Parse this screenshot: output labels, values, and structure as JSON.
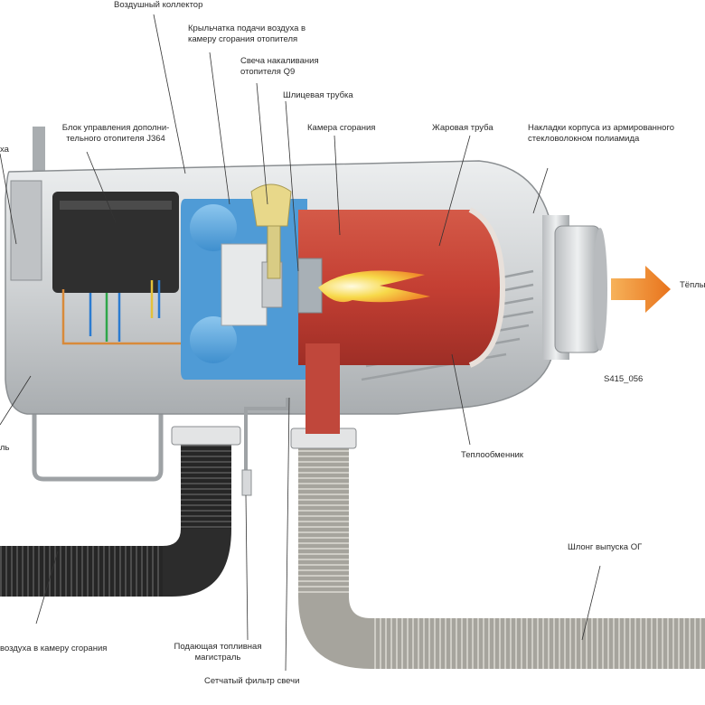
{
  "labels": {
    "air_collector": "Воздушный коллектор",
    "blower_impeller": "Крыльчатка подачи воздуха в\nкамеру сгорания отопителя",
    "glow_plug": "Свеча накаливания\nотопителя Q9",
    "slotted_tube": "Шлицевая трубка",
    "combustion_chamber": "Камера сгорания",
    "flame_tube": "Жаровая труба",
    "housing_covers": "Накладки корпуса из армированного\nстекловолокном полиамида",
    "control_unit": "Блок управления дополни-\nтельного отопителя J364",
    "left_partial_top": "ха",
    "left_partial_bottom": "ль",
    "warm_air": "Тёплы",
    "figure_code": "S415_056",
    "heat_exchanger": "Теплообменник",
    "exhaust_hose": "Шлонг выпуска ОГ",
    "intake_hose": "воздуха в камеру сгорания",
    "fuel_line": "Подающая топливная\nмагистраль",
    "plug_filter": "Сетчатый фильтр свечи"
  },
  "colors": {
    "housing": "#d4d6d8",
    "blower_blue": "#5aa8e0",
    "chamber_red": "#c8463a",
    "flame_yellow": "#f7d94a",
    "arrow_orange": "#f08a2a",
    "hose_dark": "#2e2e2e",
    "hose_grey": "#9a9890"
  }
}
